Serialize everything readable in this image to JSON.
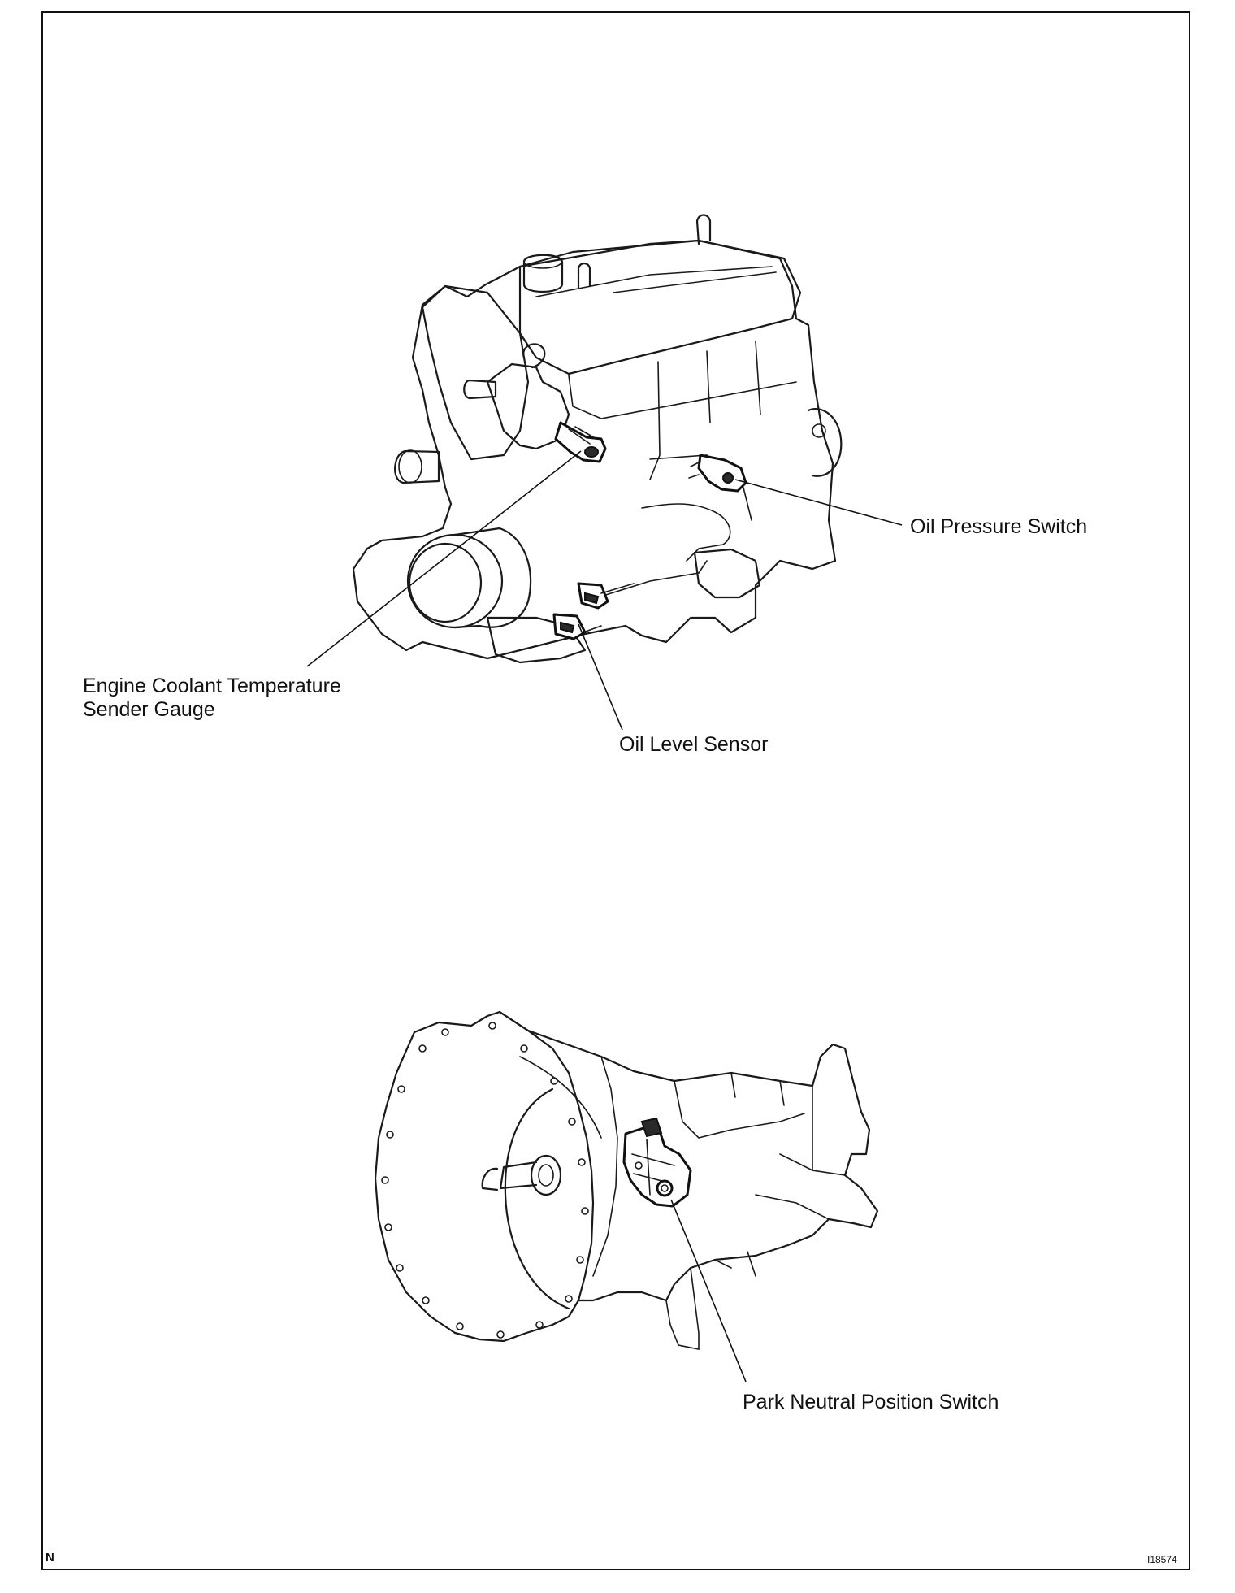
{
  "labels": {
    "oil_pressure_switch": "Oil Pressure Switch",
    "coolant_sender_line1": "Engine Coolant Temperature",
    "coolant_sender_line2": "Sender Gauge",
    "oil_level_sensor": "Oil Level Sensor",
    "park_neutral_switch": "Park Neutral Position Switch"
  },
  "corner": {
    "left": "N",
    "right": "I18574"
  },
  "colors": {
    "line": "#111111",
    "background": "#ffffff"
  }
}
